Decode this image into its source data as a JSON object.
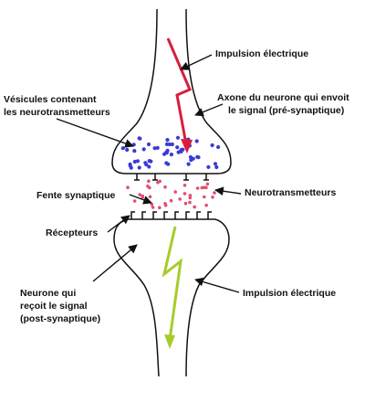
{
  "labels": {
    "impulse_top": "Impulsion électrique",
    "vesicles_line1": "Vésicules contenant",
    "vesicles_line2": "les neurotransmetteurs",
    "axon_line1": "Axone du neurone qui envoit",
    "axon_line2": "le signal (pré-synaptique)",
    "cleft": "Fente synaptique",
    "neurotransmitters": "Neurotransmetteurs",
    "receptors": "Récepteurs",
    "receiving_line1": "Neurone qui",
    "receiving_line2": "reçoit le signal",
    "receiving_line3": "(post-synaptique)",
    "impulse_bottom": "Impulsion électrique"
  },
  "colors": {
    "outline": "#222222",
    "vesicles": "#3a3ad6",
    "neurotransmitters": "#e0506f",
    "impulse_top": "#d81e3c",
    "impulse_bottom": "#a6cc2c",
    "text": "#111111"
  }
}
